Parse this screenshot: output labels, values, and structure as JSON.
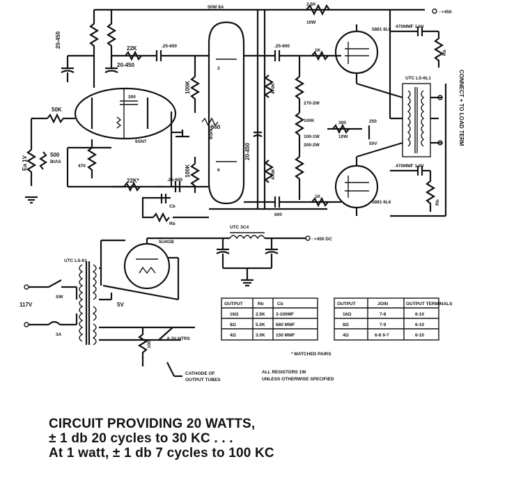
{
  "caption": {
    "line1": "CIRCUIT PROVIDING 20 WATTS,",
    "line2": "± 1 db 20 cycles to 30 KC . . .",
    "line3": "At 1 watt, ± 1 db 7 cycles to 100 KC"
  },
  "labels": {
    "b_plus_top": "50W 8A",
    "out_b_plus": "○+450",
    "r_top_right": "2.5K",
    "r_top_right_sub": "10W",
    "cap_top_right": "470MMF 1.6V",
    "cap_bot_right": "470MMF 1.6V",
    "connect_to_load": "CONNECT + TO LOAD TERM",
    "input_label": "Ea 1V",
    "r50k": "50K",
    "r500": "500",
    "cathode_tube_top": "6SN7",
    "cathode_tube_mid": "6SN7",
    "power_tube_top": "5881 6L6",
    "power_tube_bot": "5881 6L6",
    "transformer_out": "UTC LS-6L1",
    "rectifier": "5U4GB",
    "power_transformer": "UTC LS-61",
    "choke": "UTC 3C4",
    "b_plus_out": "○+450 DC",
    "volts_117": "117V",
    "sw": "SW",
    "fuse": "3A",
    "five_v": "5V",
    "heater": "6.3V HTRS",
    "cathode_of": "CATHODE OF",
    "output_tubes": "OUTPUT TUBES",
    "matched_pairs": "* MATCHED PAIRS",
    "all_resistors": "ALL RESISTORS 1W",
    "unless": "UNLESS OTHERWISE SPECIFIED"
  },
  "table_left": {
    "headers": [
      "OUTPUT",
      "Rb",
      "Cb"
    ],
    "rows": [
      [
        "16Ω",
        "2.5K",
        "3-100MF"
      ],
      [
        "8Ω",
        "5.0K",
        "680 MMF"
      ],
      [
        "4Ω",
        "3.0K",
        "150 MMF"
      ]
    ]
  },
  "table_right": {
    "headers": [
      "OUTPUT",
      "JOIN",
      "OUTPUT TERMINALS"
    ],
    "rows": [
      [
        "16Ω",
        "7-8",
        "6-10"
      ],
      [
        "8Ω",
        "7-9",
        "6-10"
      ],
      [
        "4Ω",
        "6-8 9-7",
        "6-10"
      ]
    ]
  }
}
